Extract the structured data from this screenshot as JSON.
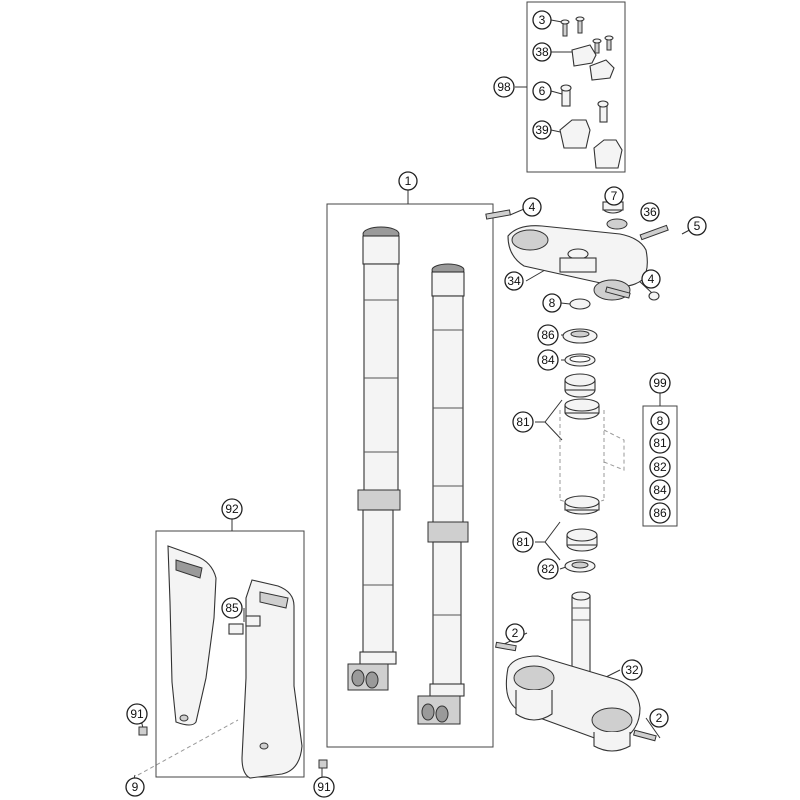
{
  "callouts": {
    "c1": "1",
    "c2a": "2",
    "c2b": "2",
    "c3": "3",
    "c4a": "4",
    "c4b": "4",
    "c5": "5",
    "c6": "6",
    "c7": "7",
    "c8a": "8",
    "c8b": "8",
    "c9": "9",
    "c32": "32",
    "c34": "34",
    "c36": "36",
    "c38": "38",
    "c39": "39",
    "c81a": "81",
    "c81b": "81",
    "c81c": "81",
    "c82a": "82",
    "c82b": "82",
    "c84a": "84",
    "c84b": "84",
    "c85": "85",
    "c86a": "86",
    "c86b": "86",
    "c91a": "91",
    "c91b": "91",
    "c92": "92",
    "c98": "98",
    "c99": "99"
  }
}
